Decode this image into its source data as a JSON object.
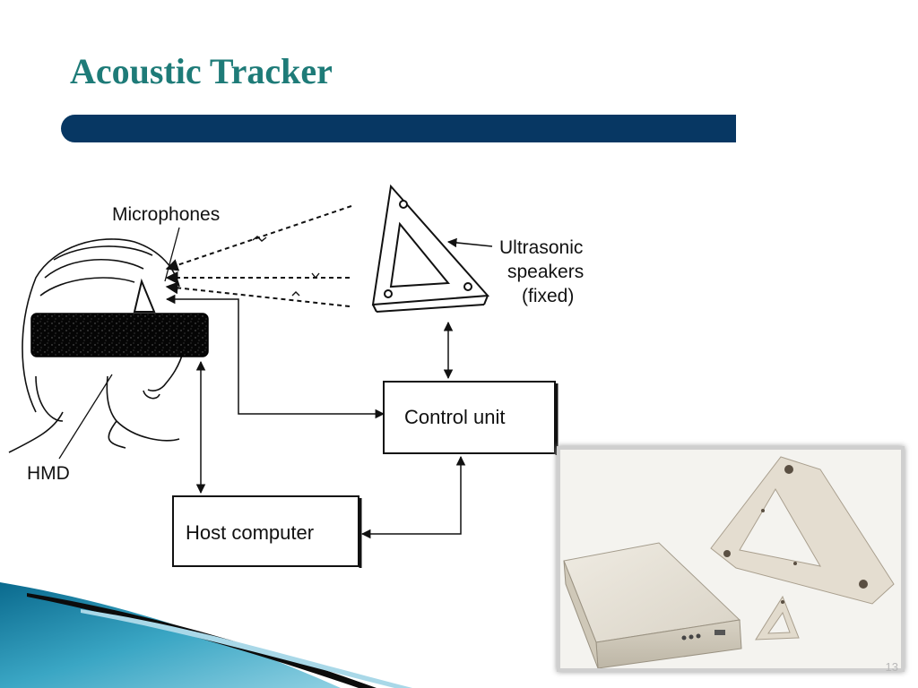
{
  "slide": {
    "title": "Acoustic Tracker",
    "number": "13"
  },
  "diagram": {
    "microphones_label": "Microphones",
    "speakers_label": [
      "Ultrasonic",
      "speakers",
      "(fixed)"
    ],
    "hmd_label": "HMD",
    "control_unit_label": "Control unit",
    "host_computer_label": "Host computer"
  },
  "colors": {
    "title": "#1e7b78",
    "title_bar": "#073763"
  }
}
